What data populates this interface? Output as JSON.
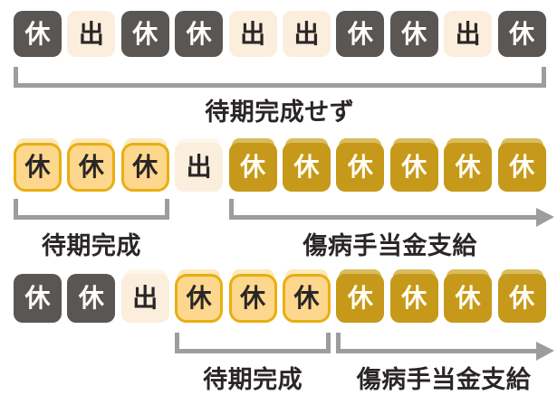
{
  "title": "sickness-allowance-waiting-period-diagram",
  "colors": {
    "background": "#ffffff",
    "absence_box": "#5a5653",
    "work_box": "#fbeedd",
    "waiting_box_fill": "#fcd78d",
    "waiting_box_border": "#e9ae10",
    "benefit_box": "#c6991a",
    "line_gray": "#9d9d9d",
    "text": "#2b2626",
    "echo_waiting": "#fce9bc",
    "echo_work": "#fdf6ec",
    "echo_benefit": "#d8bd5e"
  },
  "legend": {
    "absence_label": "休",
    "work_label": "出"
  },
  "rows": [
    {
      "name": "scenario-1-not-completed",
      "days": [
        {
          "label": "休",
          "type": "absence"
        },
        {
          "label": "出",
          "type": "work"
        },
        {
          "label": "休",
          "type": "absence"
        },
        {
          "label": "休",
          "type": "absence"
        },
        {
          "label": "出",
          "type": "work"
        },
        {
          "label": "出",
          "type": "work"
        },
        {
          "label": "休",
          "type": "absence"
        },
        {
          "label": "休",
          "type": "absence"
        },
        {
          "label": "出",
          "type": "work"
        },
        {
          "label": "休",
          "type": "absence"
        }
      ],
      "annotations": [
        {
          "kind": "bracket",
          "label": "待期完成せず",
          "start": 0,
          "end": 9
        }
      ]
    },
    {
      "name": "scenario-2-completed-then-paid",
      "days": [
        {
          "label": "休",
          "type": "waiting"
        },
        {
          "label": "休",
          "type": "waiting"
        },
        {
          "label": "休",
          "type": "waiting"
        },
        {
          "label": "出",
          "type": "work"
        },
        {
          "label": "休",
          "type": "benefit"
        },
        {
          "label": "休",
          "type": "benefit"
        },
        {
          "label": "休",
          "type": "benefit"
        },
        {
          "label": "休",
          "type": "benefit"
        },
        {
          "label": "休",
          "type": "benefit"
        },
        {
          "label": "休",
          "type": "benefit"
        }
      ],
      "annotations": [
        {
          "kind": "bracket",
          "label": "待期完成",
          "start": 0,
          "end": 2
        },
        {
          "kind": "arrow",
          "label": "傷病手当金支給",
          "start": 4,
          "end": 9
        }
      ]
    },
    {
      "name": "scenario-3-completed-later",
      "days": [
        {
          "label": "休",
          "type": "absence"
        },
        {
          "label": "休",
          "type": "absence"
        },
        {
          "label": "出",
          "type": "work"
        },
        {
          "label": "休",
          "type": "waiting"
        },
        {
          "label": "休",
          "type": "waiting"
        },
        {
          "label": "休",
          "type": "waiting"
        },
        {
          "label": "休",
          "type": "benefit"
        },
        {
          "label": "休",
          "type": "benefit"
        },
        {
          "label": "休",
          "type": "benefit"
        },
        {
          "label": "休",
          "type": "benefit"
        }
      ],
      "annotations": [
        {
          "kind": "bracket",
          "label": "待期完成",
          "start": 3,
          "end": 5
        },
        {
          "kind": "arrow",
          "label": "傷病手当金支給",
          "start": 6,
          "end": 9
        }
      ]
    }
  ]
}
